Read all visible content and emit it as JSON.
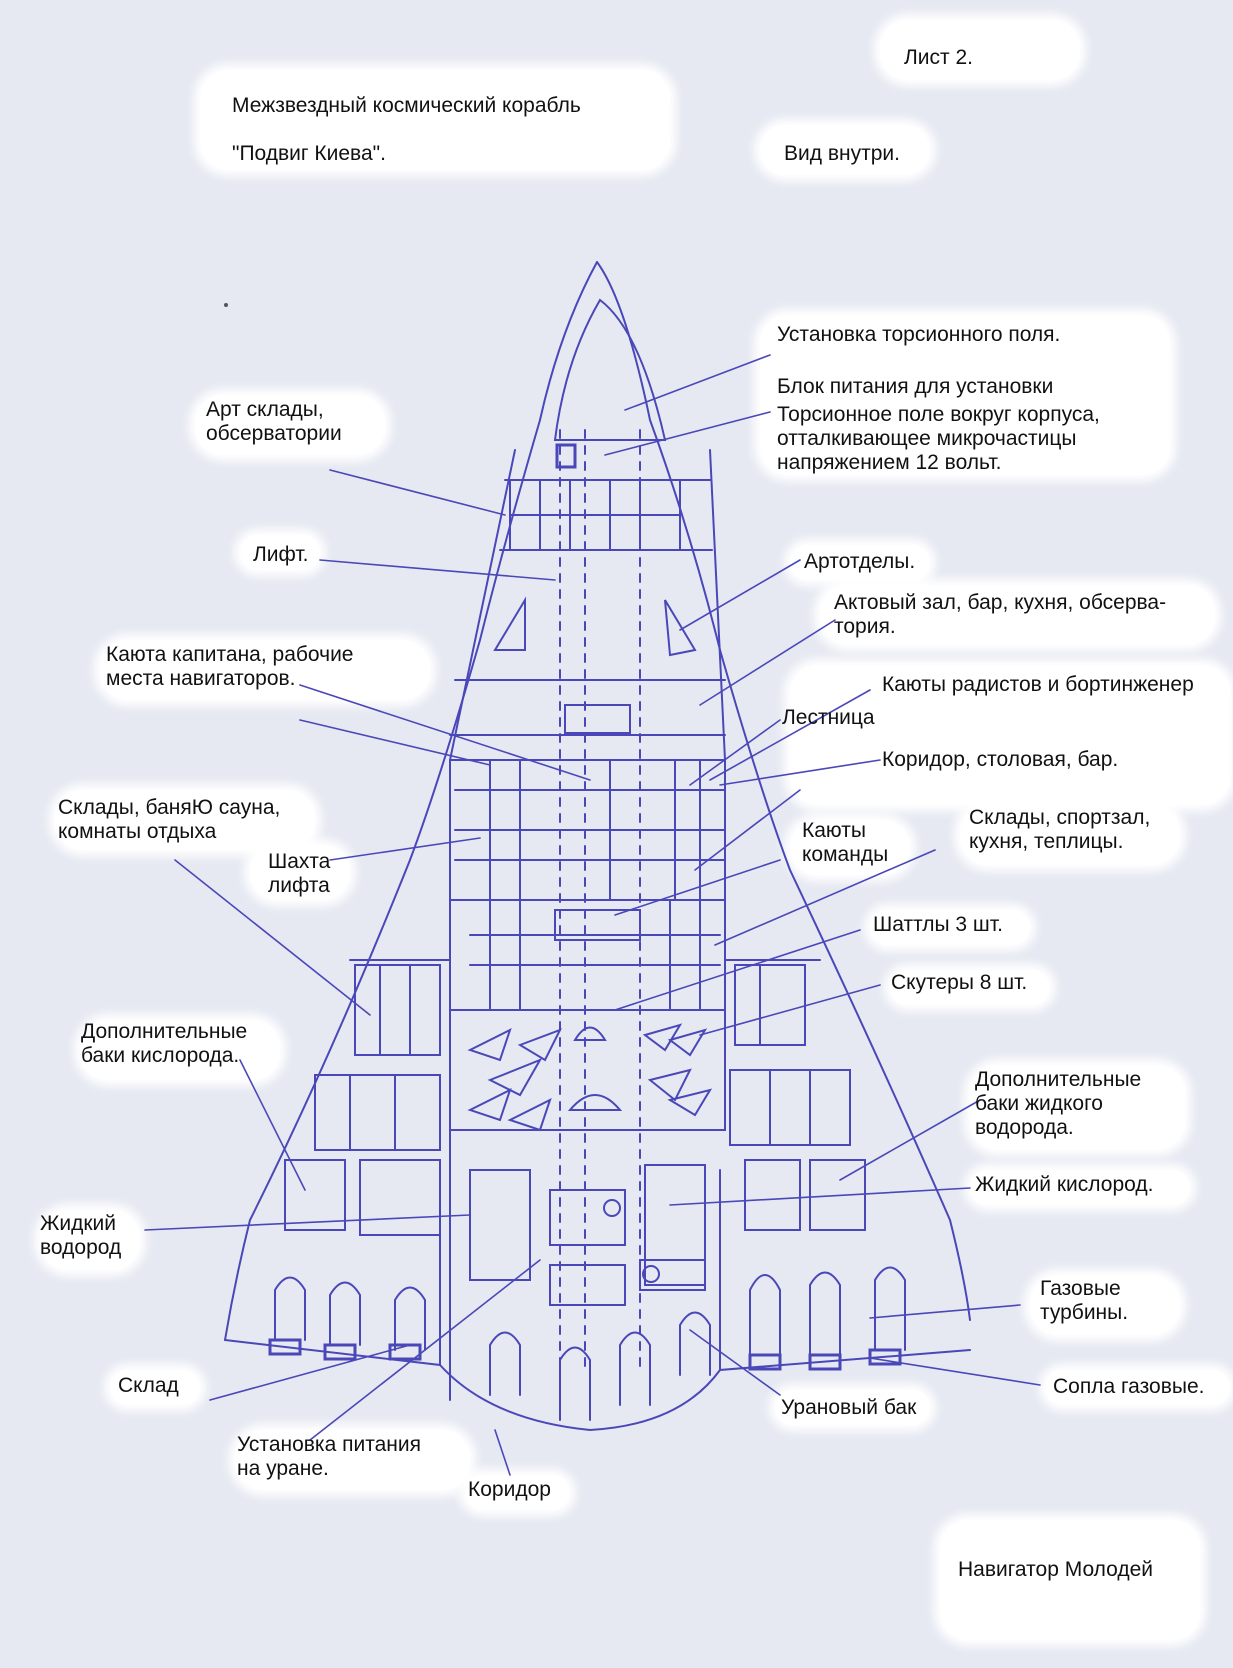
{
  "header": {
    "sheet": "Лист   2.",
    "title_line1": "Межзвездный космический корабль",
    "title_line2": "\"Подвиг Киева\".",
    "view": "Вид внутри."
  },
  "labels": {
    "torsion_unit": "Установка торсионного поля.",
    "power_block": "Блок питания для установки",
    "torsion_desc": [
      "Торсионное поле вокруг корпуса,",
      "отталкивающее микрочастицы",
      "напряжением 12 вольт."
    ],
    "art_stores": [
      "Арт склады,",
      "обсерватории"
    ],
    "lift": "Лифт.",
    "art_depts": "Артотделы.",
    "hall": [
      "Актовый зал, бар, кухня, обсерва-",
      "тория."
    ],
    "captain": [
      "Каюта капитана, рабочие",
      "места навигаторов."
    ],
    "radio_cabins": "Каюты радистов и бортинженер",
    "stairs": "Лестница",
    "corridor_mess": "Коридор, столовая, бар.",
    "stores_sauna": [
      "Склады, баняЮ сауна,",
      "комнаты отдыха"
    ],
    "crew_cabins": [
      "Каюты",
      "команды"
    ],
    "stores_gym": [
      "Склады, спортзал,",
      "кухня, теплицы."
    ],
    "lift_shaft": [
      "Шахта",
      "лифта"
    ],
    "shuttles": "Шаттлы 3 шт.",
    "scooters": "Скутеры 8 шт.",
    "extra_oxygen": [
      "Дополнительные",
      "баки кислорода."
    ],
    "extra_hydrogen": [
      "Дополнительные",
      "баки жидкого",
      "водорода."
    ],
    "liquid_oxygen": "Жидкий кислород.",
    "liquid_hydrogen": [
      "Жидкий",
      "водород"
    ],
    "gas_turbines": [
      "Газовые",
      "турбины."
    ],
    "store": "Склад",
    "gas_nozzles": "Сопла газовые.",
    "uranium_tank": "Урановый бак",
    "uranium_power": [
      "Установка питания",
      "на уране."
    ],
    "corridor": "Коридор",
    "author": "Навигатор Молодей"
  },
  "colors": {
    "paper": "#e6e9f2",
    "ink": "#4a48b8",
    "highlight": "#ffffff"
  }
}
